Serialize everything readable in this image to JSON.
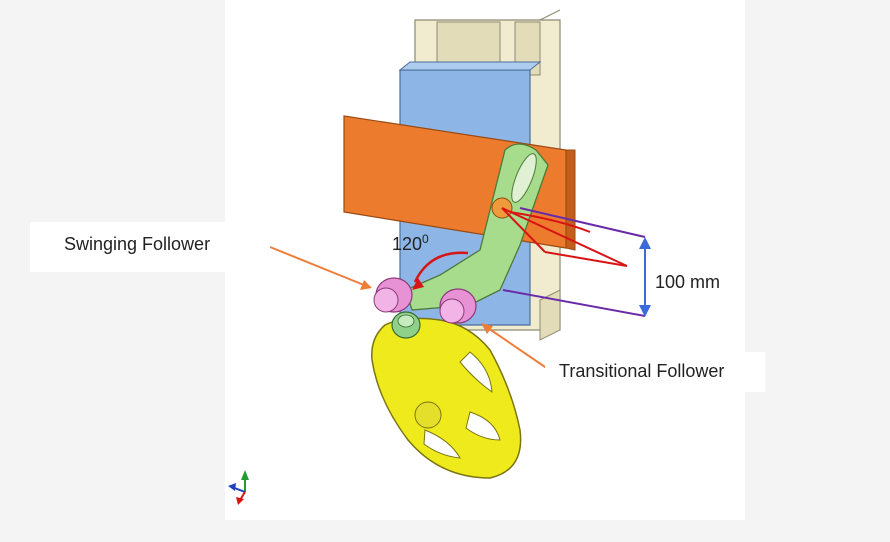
{
  "labels": {
    "swinging_follower": "Swinging Follower",
    "transitional_follower": "Transitional Follower",
    "angle": "120",
    "angle_unit": "0",
    "stroke": "100 mm"
  },
  "colors": {
    "frame": "#f1eccf",
    "slider_blue": "#8db6e6",
    "plate_orange": "#ec7b2e",
    "arm_green": "#a6dc8b",
    "roller_pink": "#e892d6",
    "cam_yellow": "#efea1c",
    "spring": "#cfcfcf",
    "arrow_orange": "#ef7d3a",
    "dim_blue": "#3a6bd8",
    "line_purple": "#6a2ba8",
    "angle_red": "#d81414"
  },
  "icons": [
    "axis-triad-icon"
  ]
}
